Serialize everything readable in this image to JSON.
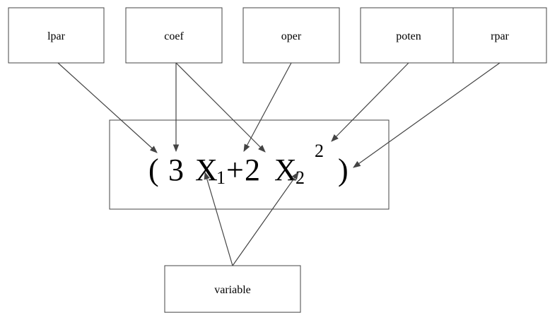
{
  "diagram": {
    "token_boxes": {
      "lpar": "lpar",
      "coef": "coef",
      "oper": "oper",
      "poten": "poten",
      "rpar": "rpar",
      "variable": "variable"
    },
    "expression": {
      "lparen": "(",
      "coef1": "3",
      "var1": "X",
      "sub1": "1",
      "operator": "+",
      "coef2": "2",
      "var2": "X",
      "sub2": "2",
      "power": "2",
      "rparen": ")"
    },
    "colors": {
      "stroke": "#444444",
      "background": "#ffffff",
      "text": "#000000"
    }
  }
}
